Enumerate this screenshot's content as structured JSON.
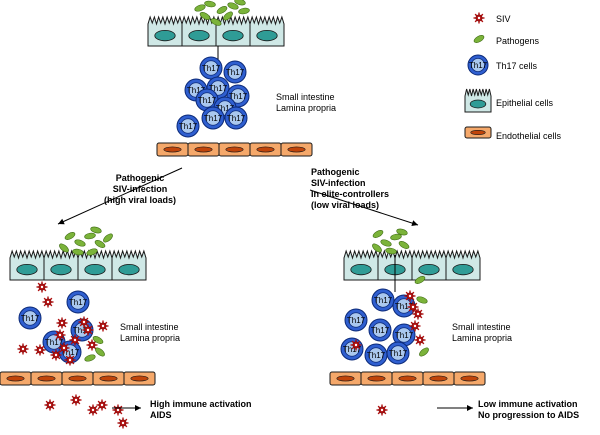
{
  "legend": {
    "siv": "SIV",
    "pathogens": "Pathogens",
    "th17": "Th17 cells",
    "epithelial": "Epithelial cells",
    "endothelial": "Endothelial cells"
  },
  "cell_label": "Th17",
  "top": {
    "site_line1": "Small intestine",
    "site_line2": "Lamina propria"
  },
  "left_branch": {
    "arrow_line1": "Pathogenic",
    "arrow_line2": "SIV-infection",
    "arrow_line3": "(high viral loads)",
    "site_line1": "Small intestine",
    "site_line2": "Lamina propria",
    "outcome_line1": "High immune activation",
    "outcome_line2": "AIDS"
  },
  "right_branch": {
    "arrow_line1": "Pathogenic",
    "arrow_line2": "SIV-infection",
    "arrow_line3": "In elite-controllers",
    "arrow_line4": "(low viral loads)",
    "site_line1": "Small intestine",
    "site_line2": "Lamina propria",
    "outcome_line1": "Low immune activation",
    "outcome_line2": "No progression to AIDS"
  },
  "colors": {
    "epithelial_fill": "#cfe8e6",
    "epithelial_nucleus": "#2f9c96",
    "endothelial_fill": "#f5a86a",
    "endothelial_nucleus": "#c0440a",
    "pathogen": "#7bb33a",
    "th17_outer": "#2f5fd0",
    "th17_inner": "#aac8ee",
    "siv": "#b01010"
  }
}
